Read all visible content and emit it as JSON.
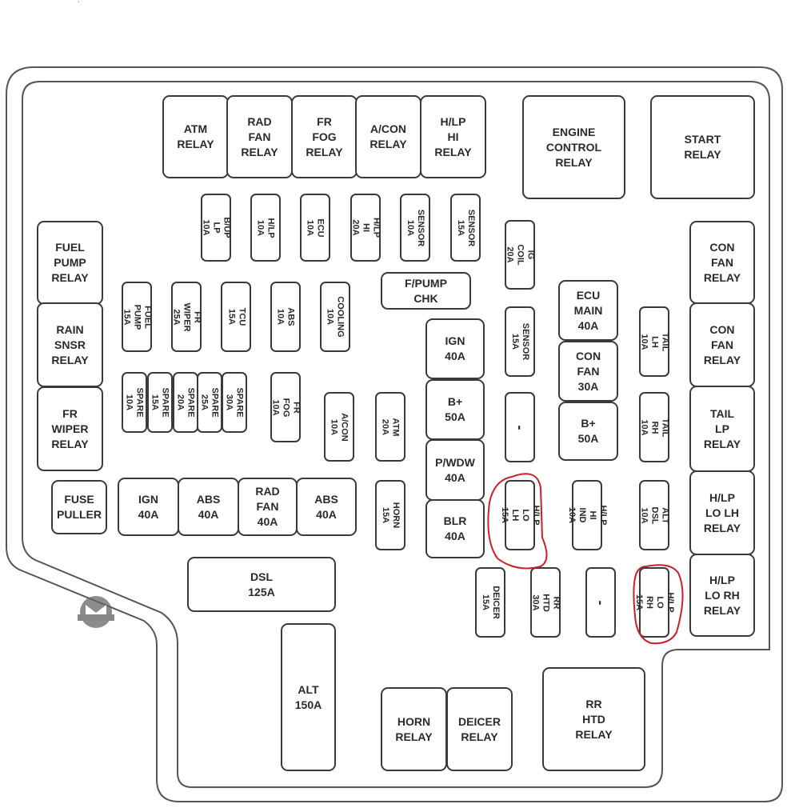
{
  "colors": {
    "outline": "#3a3a3a",
    "highlight": "#cc1f2a",
    "text": "#2a2a2a"
  },
  "relays": [
    {
      "label": "ATM\nRELAY"
    },
    {
      "label": "RAD\nFAN\nRELAY"
    },
    {
      "label": "FR\nFOG\nRELAY"
    },
    {
      "label": "A/CON\nRELAY"
    },
    {
      "label": "H/LP\nHI\nRELAY"
    },
    {
      "label": "ENGINE\nCONTROL\nRELAY"
    },
    {
      "label": "START\nRELAY"
    },
    {
      "label": "FUEL\nPUMP\nRELAY"
    },
    {
      "label": "RAIN\nSNSR\nRELAY"
    },
    {
      "label": "FR\nWIPER\nRELAY"
    },
    {
      "label": "FUSE\nPULLER"
    },
    {
      "label": "CON\nFAN\nRELAY"
    },
    {
      "label": "CON\nFAN\nRELAY"
    },
    {
      "label": "TAIL\nLP\nRELAY"
    },
    {
      "label": "H/LP\nLO LH\nRELAY"
    },
    {
      "label": "H/LP\nLO RH\nRELAY"
    },
    {
      "label": "HORN\nRELAY"
    },
    {
      "label": "DEICER\nRELAY"
    },
    {
      "label": "RR\nHTD\nRELAY"
    }
  ],
  "big_fuses": [
    {
      "label": "IGN\n40A"
    },
    {
      "label": "ABS\n40A"
    },
    {
      "label": "RAD\nFAN\n40A"
    },
    {
      "label": "ABS\n40A"
    },
    {
      "label": "IGN\n40A"
    },
    {
      "label": "B+\n50A"
    },
    {
      "label": "P/WDW\n40A"
    },
    {
      "label": "BLR\n40A"
    },
    {
      "label": "ECU\nMAIN\n40A"
    },
    {
      "label": "CON\nFAN\n30A"
    },
    {
      "label": "B+\n50A"
    },
    {
      "label": "DSL\n125A"
    },
    {
      "label": "ALT\n150A"
    },
    {
      "label": "F/PUMP\nCHK"
    }
  ],
  "fuses": [
    {
      "label": "B/UP LP\n10A"
    },
    {
      "label": "H/LP\n10A"
    },
    {
      "label": "ECU\n10A"
    },
    {
      "label": "H/LP HI\n20A"
    },
    {
      "label": "SENSOR\n10A"
    },
    {
      "label": "SENSOR\n15A"
    },
    {
      "label": "IG COIL\n20A"
    },
    {
      "label": "FUEL\nPUMP 15A"
    },
    {
      "label": "FR WIPER\n25A"
    },
    {
      "label": "TCU\n15A"
    },
    {
      "label": "ABS\n10A"
    },
    {
      "label": "COOLING\n10A"
    },
    {
      "label": "SENSOR\n15A"
    },
    {
      "label": "TAIL LH\n10A"
    },
    {
      "label": "SPARE\n10A"
    },
    {
      "label": "SPARE\n15A"
    },
    {
      "label": "SPARE\n20A"
    },
    {
      "label": "SPARE\n25A"
    },
    {
      "label": "SPARE\n30A"
    },
    {
      "label": "FR FOG\n10A"
    },
    {
      "label": "A/CON\n10A"
    },
    {
      "label": "ATM\n20A"
    },
    {
      "label": "-"
    },
    {
      "label": "TAIL RH\n10A"
    },
    {
      "label": "HORN\n15A"
    },
    {
      "label": "H/LP LO\nLH 15A"
    },
    {
      "label": "H/LP HI\nIND 10A"
    },
    {
      "label": "ALT DSL\n10A"
    },
    {
      "label": "DEICER\n15A"
    },
    {
      "label": "RR HTD\n30A"
    },
    {
      "label": "-"
    },
    {
      "label": "H/LP LO\nRH 15A"
    }
  ]
}
